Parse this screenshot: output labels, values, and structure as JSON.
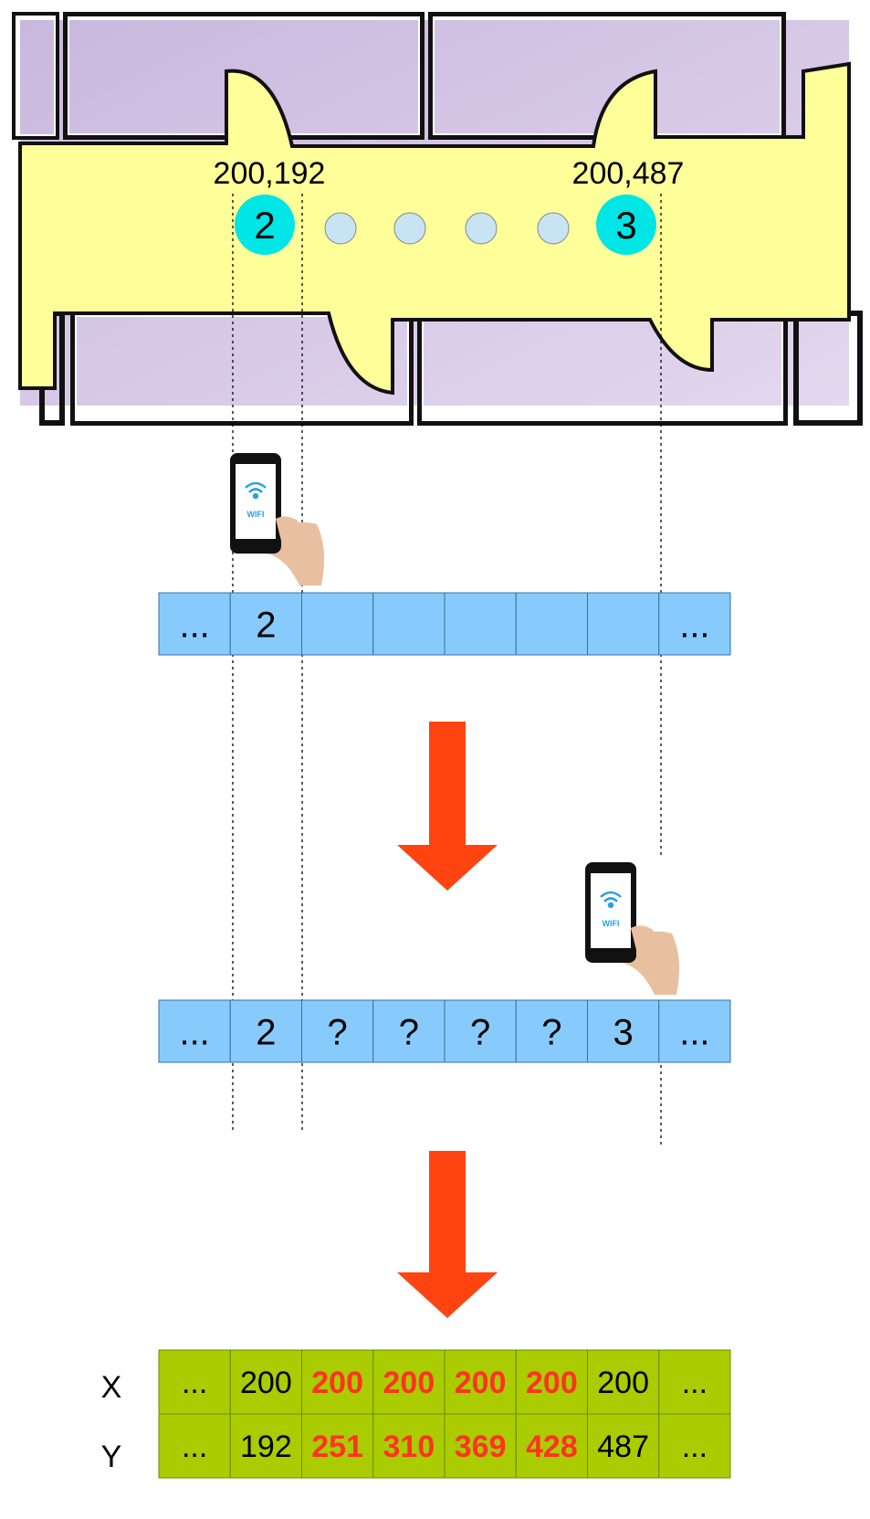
{
  "floorplan": {
    "labels": [
      "200,192",
      "200,487"
    ],
    "markers": [
      {
        "label": "2",
        "color": "#00e5e5"
      },
      {
        "label": "3",
        "color": "#00e5e5"
      }
    ],
    "dots_count": 4,
    "colors": {
      "room": "#d8c8e6",
      "corridor": "#ffff99",
      "dot": "#c8e4f2"
    }
  },
  "phone": {
    "wifi_label": "WIFI"
  },
  "array1": {
    "cells": [
      "...",
      "2",
      "",
      "",
      "",
      "",
      "",
      "..."
    ],
    "color": "#87cbfc"
  },
  "array2": {
    "cells": [
      "...",
      "2",
      "?",
      "?",
      "?",
      "?",
      "3",
      "..."
    ],
    "color": "#87cbfc"
  },
  "arrow_color": "#ff4411",
  "result": {
    "row_labels": [
      "X",
      "Y"
    ],
    "x": [
      "...",
      "200",
      "200",
      "200",
      "200",
      "200",
      "200",
      "..."
    ],
    "y": [
      "...",
      "192",
      "251",
      "310",
      "369",
      "428",
      "487",
      "..."
    ],
    "interpolated_index_range": [
      2,
      5
    ],
    "color": "#aacc00",
    "interpolated_color": "#ff3322"
  }
}
